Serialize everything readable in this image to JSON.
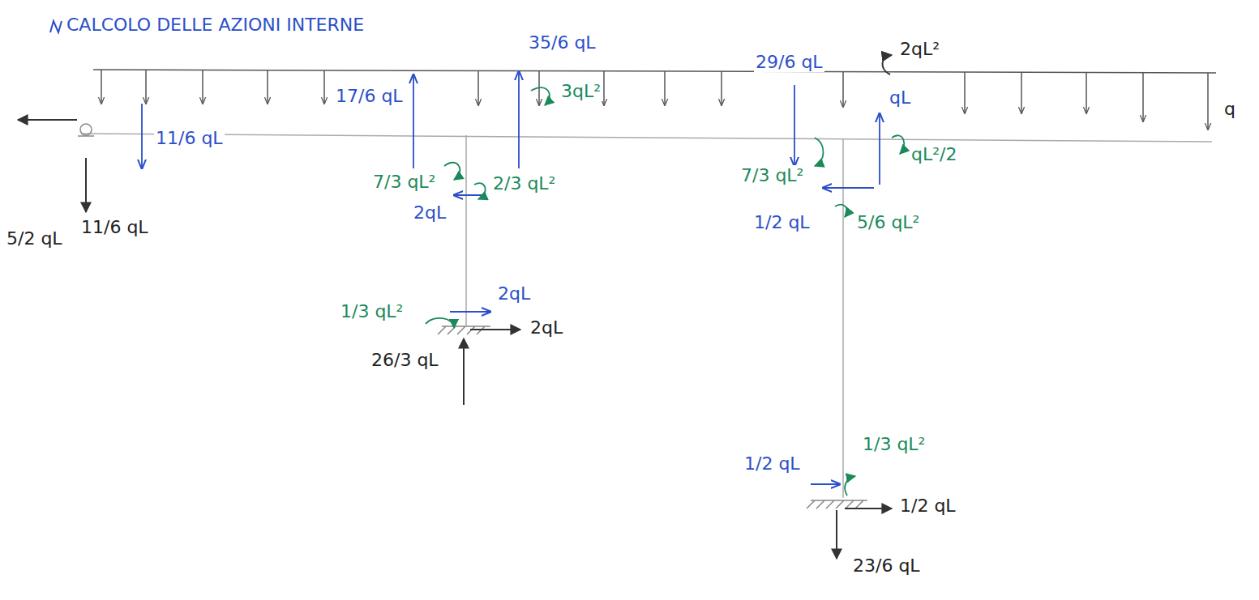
{
  "diagram": {
    "title": "CALCOLO DELLE AZIONI INTERNE",
    "labels": [
      "5/2 qL",
      "11/6 qL",
      "11/6 qL",
      "17/6 qL",
      "7/3 qL²",
      "2qL",
      "2/3 qL²",
      "35/6 qL",
      "3qL²",
      "29/6 qL",
      "2qL²",
      "qL",
      "7/3 qL²",
      "qL²/2",
      "1/2 qL",
      "5/6 qL²",
      "q",
      "1/3 qL²",
      "2qL",
      "2qL",
      "26/3 qL",
      "1/2 qL",
      "1/3 qL²",
      "1/2 qL",
      "23/6 qL"
    ]
  }
}
